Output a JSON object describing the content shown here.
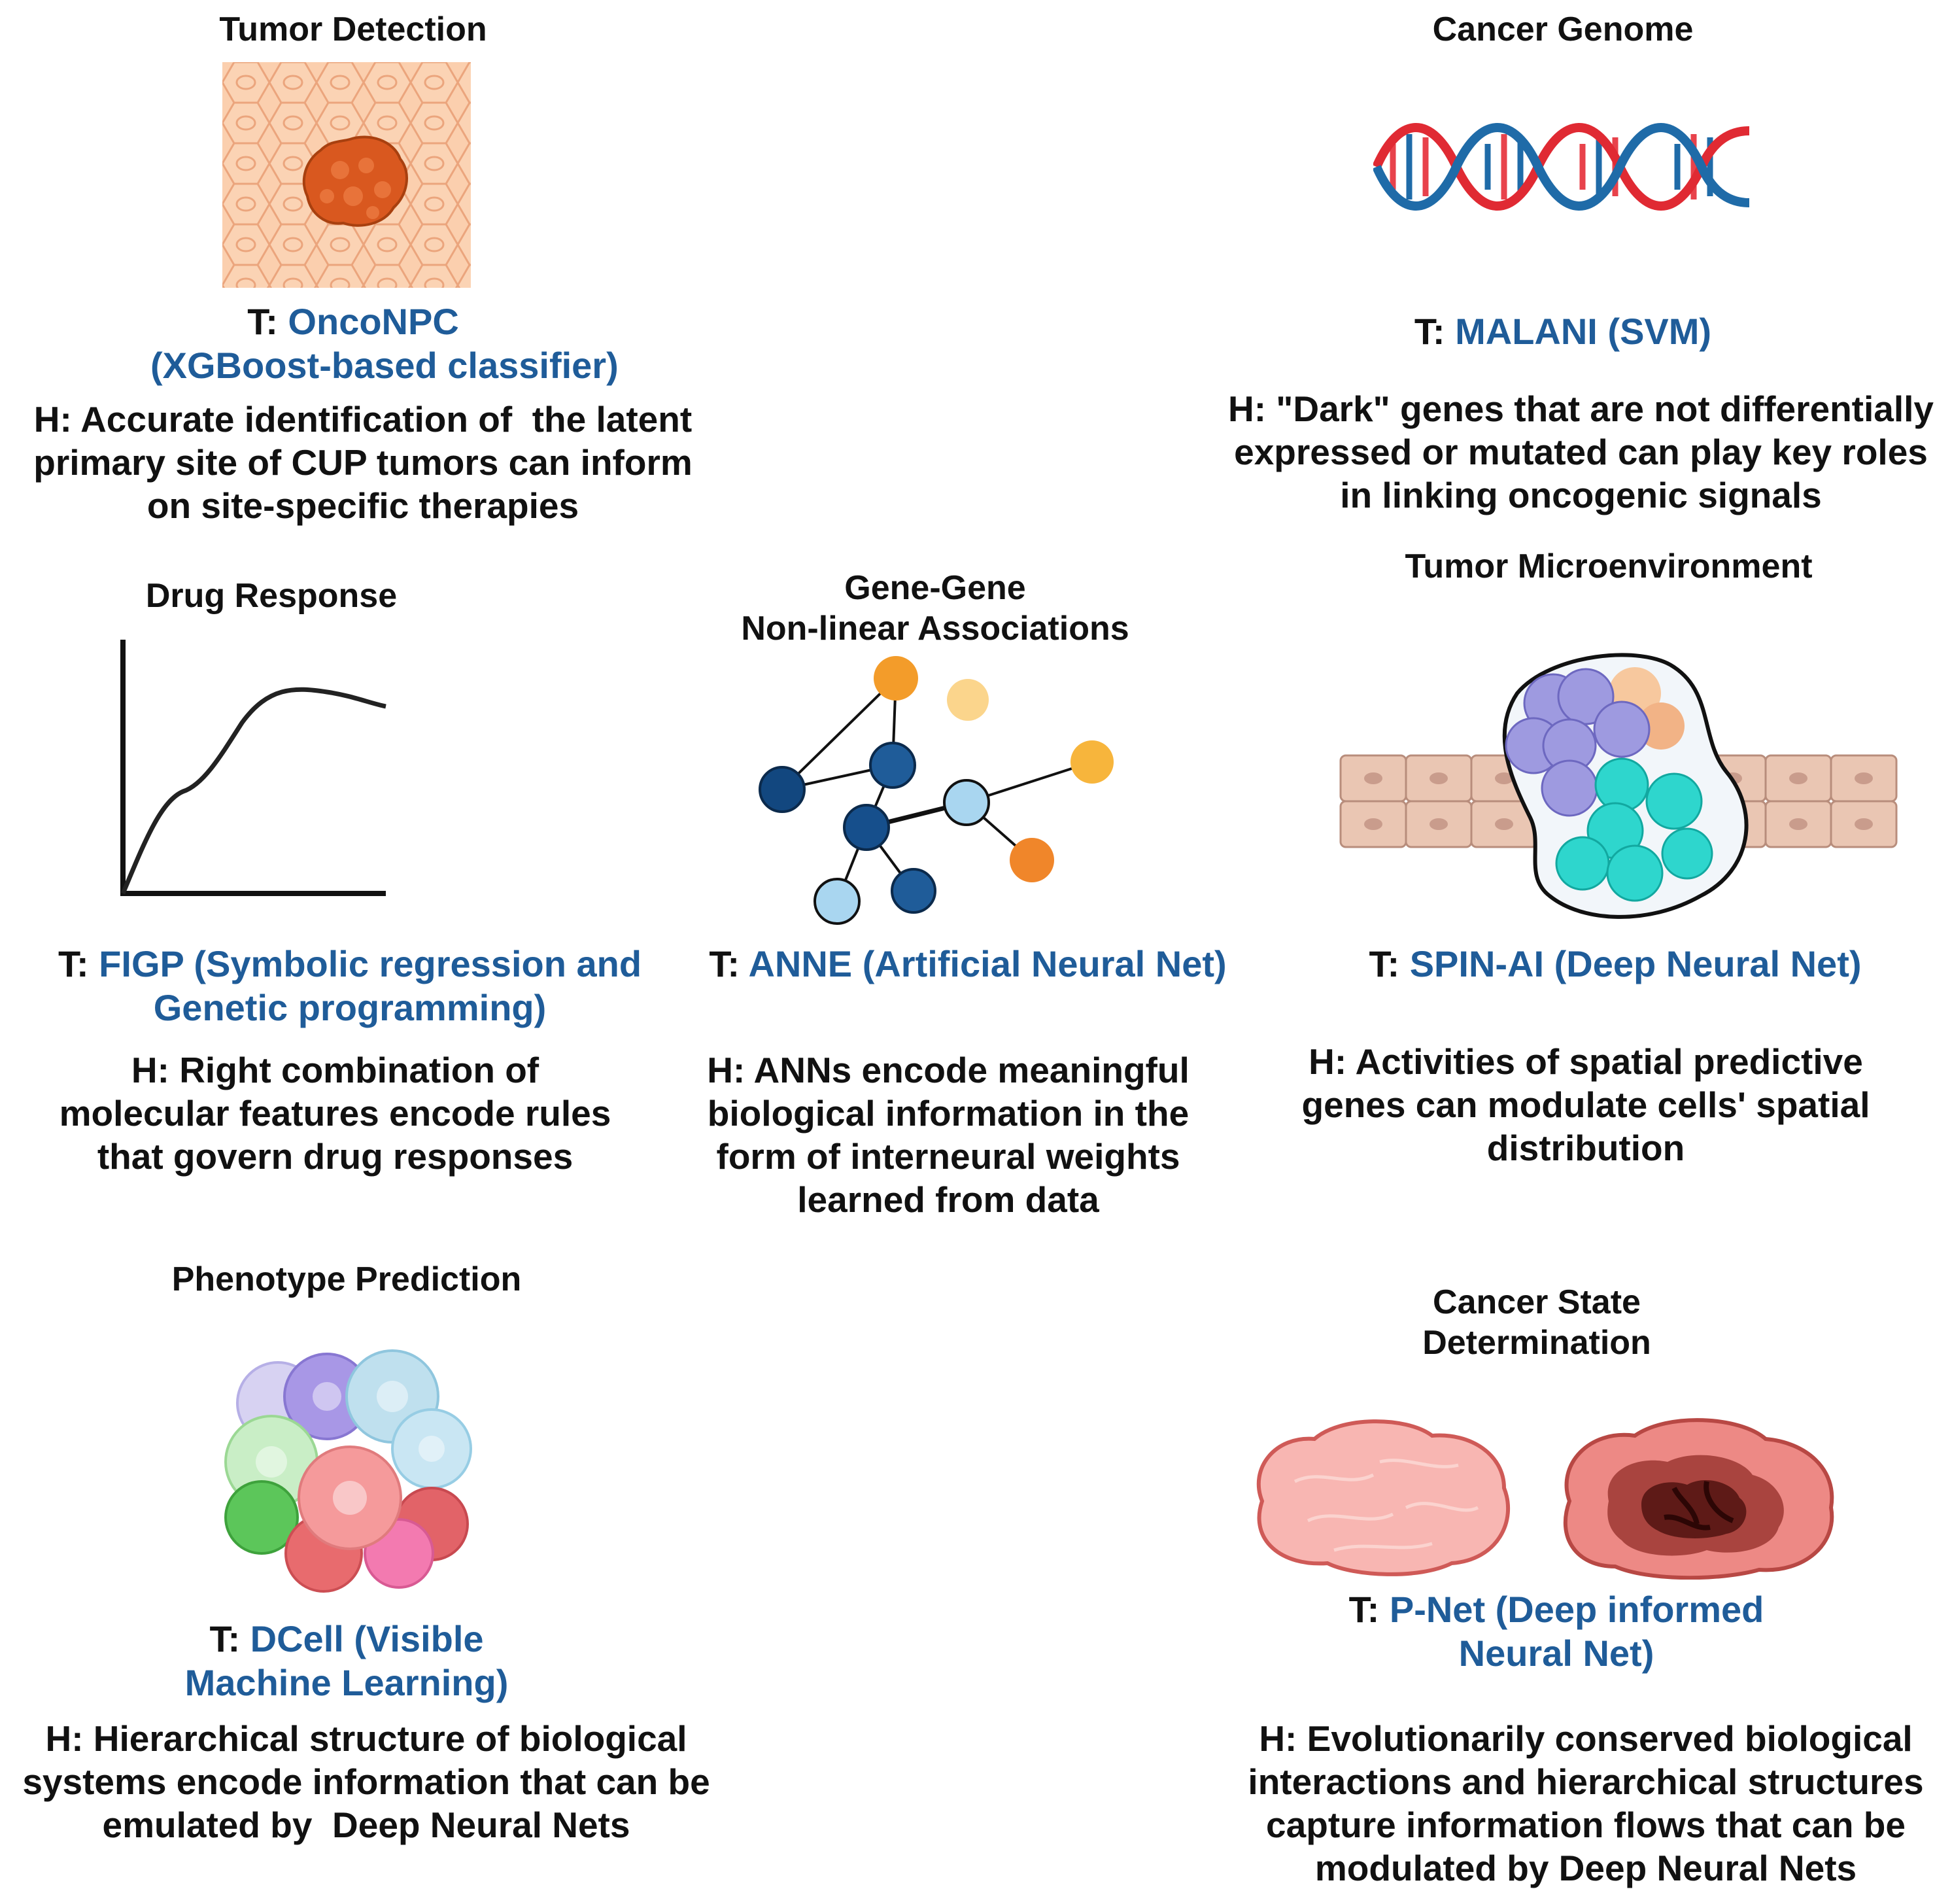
{
  "colors": {
    "tool_text": "#1f5c99",
    "body_text": "#111111",
    "accent_orange": "#f39c2a",
    "node_dark_blue": "#1f5c99"
  },
  "panels": [
    {
      "id": "tumor-detection",
      "title": [
        "Tumor Detection"
      ],
      "tool_prefix": "T: ",
      "tool": [
        "OncoNPC",
        "(XGBoost-based classifier)"
      ],
      "hypothesis": [
        "H: Accurate identification of  the latent",
        "primary site of CUP tumors can inform",
        "on site-specific therapies"
      ],
      "icon": "tumor-on-tissue-icon"
    },
    {
      "id": "cancer-genome",
      "title": [
        "Cancer Genome"
      ],
      "tool_prefix": "T: ",
      "tool": [
        "MALANI (SVM)"
      ],
      "hypothesis": [
        "H: \"Dark\" genes that are not differentially",
        "expressed or mutated can play key roles",
        "in linking oncogenic signals"
      ],
      "icon": "dna-helix-icon"
    },
    {
      "id": "drug-response",
      "title": [
        "Drug Response"
      ],
      "tool_prefix": "T: ",
      "tool": [
        "FIGP (Symbolic regression and",
        "Genetic programming)"
      ],
      "hypothesis": [
        "H: Right combination of",
        "molecular features encode rules",
        "that govern drug responses"
      ],
      "icon": "dose-response-curve-icon"
    },
    {
      "id": "gene-gene",
      "title": [
        "Gene-Gene",
        "Non-linear Associations"
      ],
      "tool_prefix": "T: ",
      "tool": [
        "ANNE (Artificial Neural Net)"
      ],
      "hypothesis": [
        "H: ANNs encode meaningful",
        "biological information in the",
        "form of interneural weights",
        "learned from data"
      ],
      "icon": "gene-network-icon"
    },
    {
      "id": "tumor-microenvironment",
      "title": [
        "Tumor Microenvironment"
      ],
      "tool_prefix": "T: ",
      "tool": [
        "SPIN-AI (Deep Neural Net)"
      ],
      "hypothesis": [
        "H: Activities of spatial predictive",
        "genes can modulate cells' spatial",
        "distribution"
      ],
      "icon": "tumor-microenvironment-icon"
    },
    {
      "id": "phenotype-prediction",
      "title": [
        "Phenotype Prediction"
      ],
      "tool_prefix": "T: ",
      "tool": [
        "DCell (Visible",
        "Machine Learning)"
      ],
      "hypothesis": [
        "H: Hierarchical structure of biological",
        "systems encode information that can be",
        "emulated by  Deep Neural Nets"
      ],
      "icon": "cell-cluster-icon"
    },
    {
      "id": "cancer-state",
      "title": [
        "Cancer State",
        "Determination"
      ],
      "tool_prefix": "T: ",
      "tool": [
        "P-Net (Deep informed",
        "Neural Net)"
      ],
      "hypothesis": [
        "H: Evolutionarily conserved biological",
        "interactions and hierarchical structures",
        "capture information flows that can be",
        "modulated by Deep Neural Nets"
      ],
      "icon": "healthy-vs-diseased-tissue-icon"
    }
  ]
}
